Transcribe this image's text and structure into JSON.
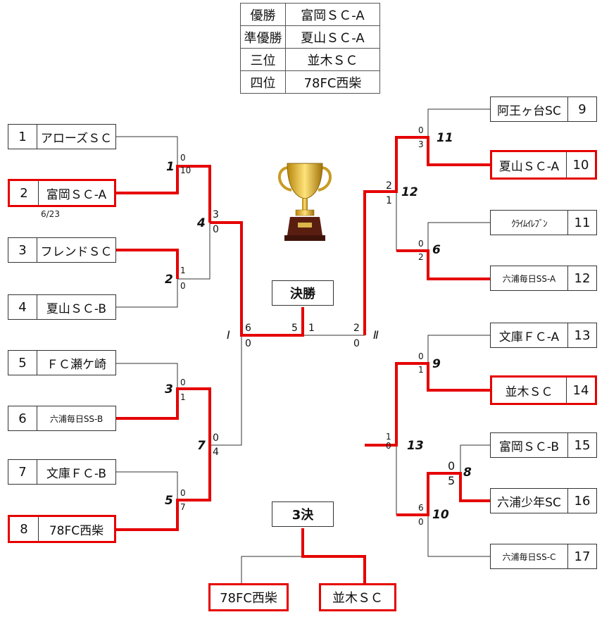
{
  "rankings": [
    {
      "label": "優勝",
      "value": "富岡ＳＣ-A"
    },
    {
      "label": "準優勝",
      "value": "夏山ＳＣ-A"
    },
    {
      "label": "三位",
      "value": "並木ＳＣ"
    },
    {
      "label": "四位",
      "value": "78FC西柴"
    }
  ],
  "teams": [
    {
      "num": "1",
      "name": "アローズＳＣ"
    },
    {
      "num": "2",
      "name": "富岡ＳＣ-A"
    },
    {
      "num": "3",
      "name": "フレンドＳＣ"
    },
    {
      "num": "4",
      "name": "夏山ＳＣ-B"
    },
    {
      "num": "5",
      "name": "ＦＣ瀬ケ崎"
    },
    {
      "num": "6",
      "name": "六浦毎日SS-B"
    },
    {
      "num": "7",
      "name": "文庫ＦＣ-B"
    },
    {
      "num": "8",
      "name": "78FC西柴"
    },
    {
      "num": "9",
      "name": "阿王ヶ台SC"
    },
    {
      "num": "10",
      "name": "夏山ＳＣ-A"
    },
    {
      "num": "11",
      "name": "ｸﾗｲﾑｲﾚﾌﾞﾝ"
    },
    {
      "num": "12",
      "name": "六浦毎日SS-A"
    },
    {
      "num": "13",
      "name": "文庫ＦＣ-A"
    },
    {
      "num": "14",
      "name": "並木ＳＣ"
    },
    {
      "num": "15",
      "name": "富岡ＳＣ-B"
    },
    {
      "num": "16",
      "name": "六浦少年SC"
    },
    {
      "num": "17",
      "name": "六浦毎日SS-C"
    }
  ],
  "date_note": "6/23",
  "final_label": "決勝",
  "third_label": "3決",
  "third_teams": [
    "78FC西柴",
    "並木ＳＣ"
  ],
  "block_labels": [
    "Ⅰ",
    "Ⅱ"
  ],
  "match_numbers": [
    "1",
    "2",
    "3",
    "4",
    "5",
    "6",
    "7",
    "8",
    "9",
    "10",
    "11",
    "12",
    "13"
  ],
  "scores": {
    "m1": [
      "0",
      "10"
    ],
    "m2": [
      "1",
      "0"
    ],
    "m3": [
      "0",
      "1"
    ],
    "m4": [
      "3",
      "0"
    ],
    "m5": [
      "0",
      "7"
    ],
    "m6": [
      "0",
      "2"
    ],
    "m7": [
      "0",
      "4"
    ],
    "m8": [
      "0",
      "5"
    ],
    "m9": [
      "0",
      "1"
    ],
    "m10": [
      "6",
      "0"
    ],
    "m11": [
      "0",
      "3"
    ],
    "m12": [
      "2",
      "1"
    ],
    "m13": [
      "1",
      "0"
    ],
    "semi_left": [
      "6",
      "0"
    ],
    "semi_right": [
      "2",
      "0"
    ],
    "final": [
      "5",
      "1"
    ]
  },
  "colors": {
    "winner_path": "#e60000",
    "line": "#333333"
  }
}
